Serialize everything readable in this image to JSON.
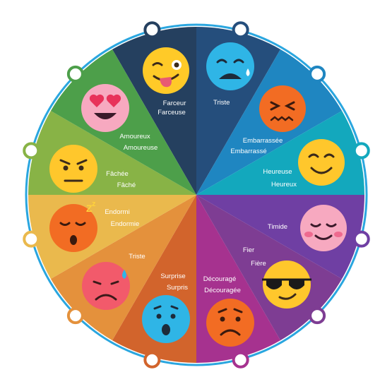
{
  "segments": [
    {
      "label_1": "Farceur",
      "label_2": "Farceuse",
      "color": "#25405f",
      "emoji": "winking-tongue-face-icon"
    },
    {
      "label_1": "Triste",
      "color": "#254e7c",
      "emoji": "crying-face-icon"
    },
    {
      "label_1": "Embarrassée",
      "label_2": "Embarrassé",
      "color": "#1f86c1",
      "emoji": "confounded-face-icon"
    },
    {
      "label_1": "Heureuse",
      "label_2": "Heureux",
      "color": "#13a8bd",
      "emoji": "smiling-face-icon"
    },
    {
      "label_1": "Timide",
      "color": "#6f3fa3",
      "emoji": "blushing-face-icon"
    },
    {
      "label_1": "Fier",
      "label_2": "Fière",
      "color": "#7e3d93",
      "emoji": "sunglasses-face-icon"
    },
    {
      "label_1": "Découragé",
      "label_2": "Découragée",
      "color": "#a6328f",
      "emoji": "worried-face-icon"
    },
    {
      "label_1": "Surprise",
      "label_2": "Surpris",
      "color": "#d2642c",
      "emoji": "surprised-face-icon"
    },
    {
      "label_1": "Triste",
      "color": "#e4913c",
      "emoji": "sad-sweat-face-icon"
    },
    {
      "label_1": "Endormi",
      "label_2": "Endormie",
      "color": "#eab94d",
      "emoji": "sleeping-face-icon"
    },
    {
      "label_1": "Fâchée",
      "label_2": "Fâché",
      "color": "#88b346",
      "emoji": "angry-face-icon"
    },
    {
      "label_1": "Amoureux",
      "label_2": "Amoureuse",
      "color": "#4d9f4a",
      "emoji": "heart-eyes-face-icon"
    }
  ]
}
